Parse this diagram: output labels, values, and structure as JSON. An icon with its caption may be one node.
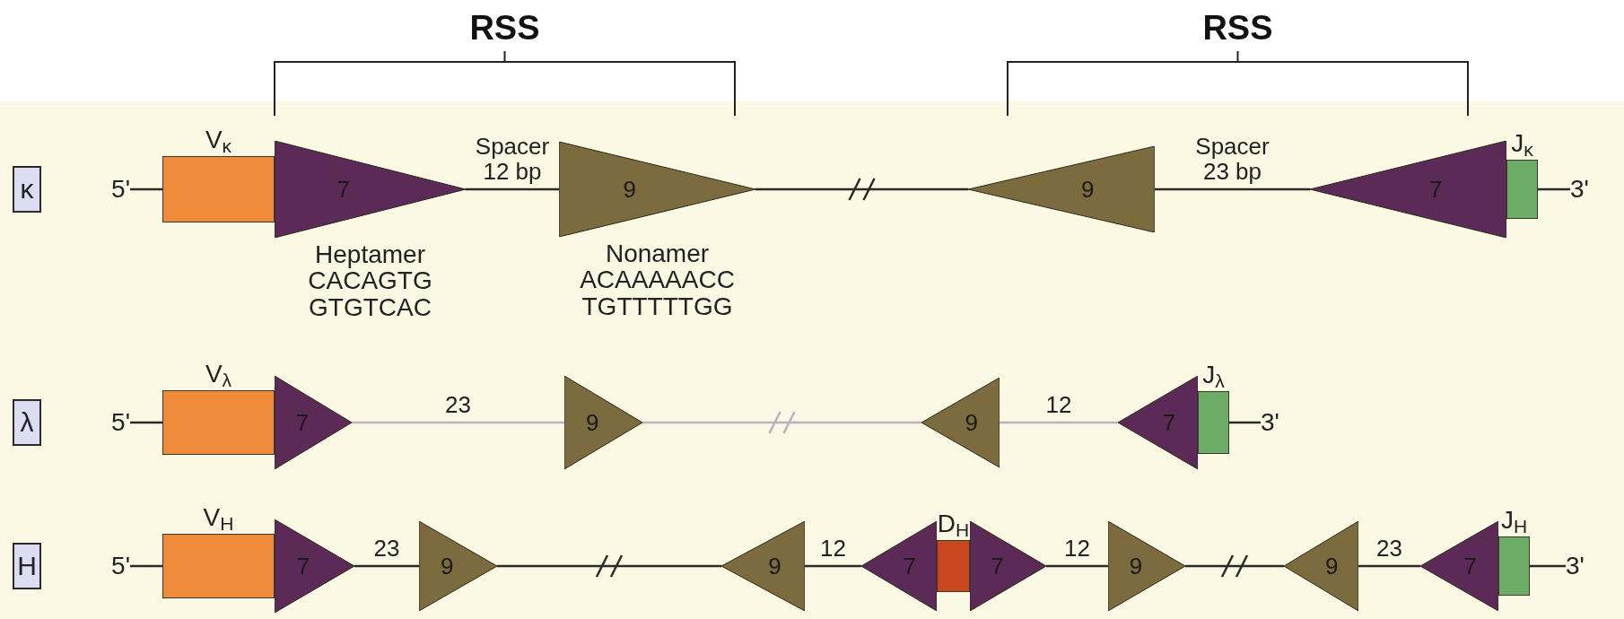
{
  "diagram": {
    "nodes": [
      {
        "text": [
          "κ"
        ]
      },
      {
        "text": [
          "5'"
        ]
      },
      {
        "text": [
          "V$_{κ}$"
        ]
      },
      {
        "text": [
          "7"
        ],
        "beside": [
          "Heptamer",
          "CACAGTG GTGTCAC"
        ]
      },
      {
        "text": [
          "9"
        ],
        "beside": [
          "Nonamer",
          "ACAAAAACC TGTTTTTGG"
        ]
      },
      {
        "text": [
          "9"
        ]
      },
      {
        "text": [
          "7"
        ]
      },
      {
        "text": [
          "J$_{κ}$"
        ]
      },
      {
        "text": [
          "3'"
        ]
      },
      {
        "text": [
          "λ"
        ]
      },
      {
        "text": [
          "5'"
        ]
      },
      {
        "text": [
          "V$_{λ}$"
        ]
      },
      {
        "text": [
          "7"
        ]
      },
      {
        "text": [
          "9"
        ]
      },
      {
        "text": [
          "9"
        ]
      },
      {
        "text": [
          "7"
        ]
      },
      {
        "text": [
          "J$_{λ}$"
        ]
      },
      {
        "text": [
          "3'"
        ]
      },
      {
        "text": [
          "H"
        ]
      },
      {
        "text": [
          "5'"
        ]
      },
      {
        "text": [
          "V$_{H}$"
        ]
      },
      {
        "text": [
          "7"
        ]
      },
      {
        "text": [
          "9"
        ]
      },
      {
        "text": [
          "9"
        ]
      },
      {
        "text": [
          "7"
        ]
      },
      {
        "text": [
          "D$_{H}$"
        ]
      },
      {
        "text": [
          "7"
        ]
      },
      {
        "text": [
          "9"
        ]
      },
      {
        "text": [
          "9"
        ]
      },
      {
        "text": [
          "7"
        ]
      },
      {
        "text": [
          "J$_{H}$"
        ]
      },
      {
        "text": [
          "3'"
        ]
      }
    ],
    "edges": [
      {
        "from": 1,
        "to": 2,
        "arrow": "none"
      },
      {
        "from": 3,
        "to": 4,
        "arrow": "none",
        "label": "Spacer 12 bp"
      },
      {
        "from": 4,
        "to": 5,
        "arrow": "none"
      },
      {
        "from": 5,
        "to": 6,
        "arrow": "none",
        "label": "Spacer 23 bp"
      },
      {
        "from": 7,
        "to": 8,
        "arrow": "none"
      },
      {
        "from": 10,
        "to": 11,
        "arrow": "none"
      },
      {
        "from": 12,
        "to": 13,
        "arrow": "none",
        "label": "23",
        "color": "#b9b0c2"
      },
      {
        "from": 13,
        "to": 14,
        "arrow": "none",
        "color": "#b9b0c2"
      },
      {
        "from": 14,
        "to": 15,
        "arrow": "none",
        "label": "12",
        "color": "#b9b0c2"
      },
      {
        "from": 16,
        "to": 17,
        "arrow": "none"
      },
      {
        "from": 19,
        "to": 20,
        "arrow": "none"
      },
      {
        "from": 21,
        "to": 22,
        "arrow": "none",
        "label": "23"
      },
      {
        "from": 22,
        "to": 23,
        "arrow": "none"
      },
      {
        "from": 23,
        "to": 24,
        "arrow": "none",
        "label": "12"
      },
      {
        "from": 26,
        "to": 27,
        "arrow": "none",
        "label": "12"
      },
      {
        "from": 27,
        "to": 28,
        "arrow": "none"
      },
      {
        "from": 28,
        "to": 29,
        "arrow": "none",
        "label": "23"
      },
      {
        "from": 30,
        "to": 31,
        "arrow": "none"
      }
    ],
    "labels": [
      "RSS",
      "RSS"
    ]
  }
}
